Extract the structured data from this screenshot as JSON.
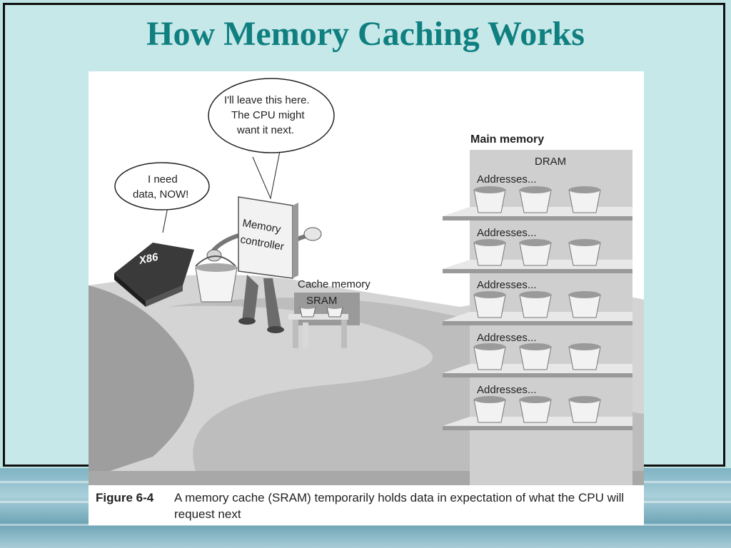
{
  "slide": {
    "title": "How Memory Caching Works"
  },
  "figure": {
    "bubble_controller": [
      "I'll leave this here.",
      "The CPU might",
      "want it next."
    ],
    "bubble_cpu": [
      "I need",
      "data, NOW!"
    ],
    "chip_label": "X86",
    "controller_sign": [
      "Memory",
      "controller"
    ],
    "cache_title": "Cache memory",
    "cache_type": "SRAM",
    "main_memory_title": "Main memory",
    "main_memory_type": "DRAM",
    "shelf_labels": [
      "Addresses...",
      "Addresses...",
      "Addresses...",
      "Addresses...",
      "Addresses..."
    ],
    "caption_label": "Figure 6-4",
    "caption_text": "A memory cache (SRAM) temporarily holds data in expectation of what the CPU will request next"
  },
  "colors": {
    "title": "#0f7f80",
    "slide_background": "#c6e8e9"
  }
}
